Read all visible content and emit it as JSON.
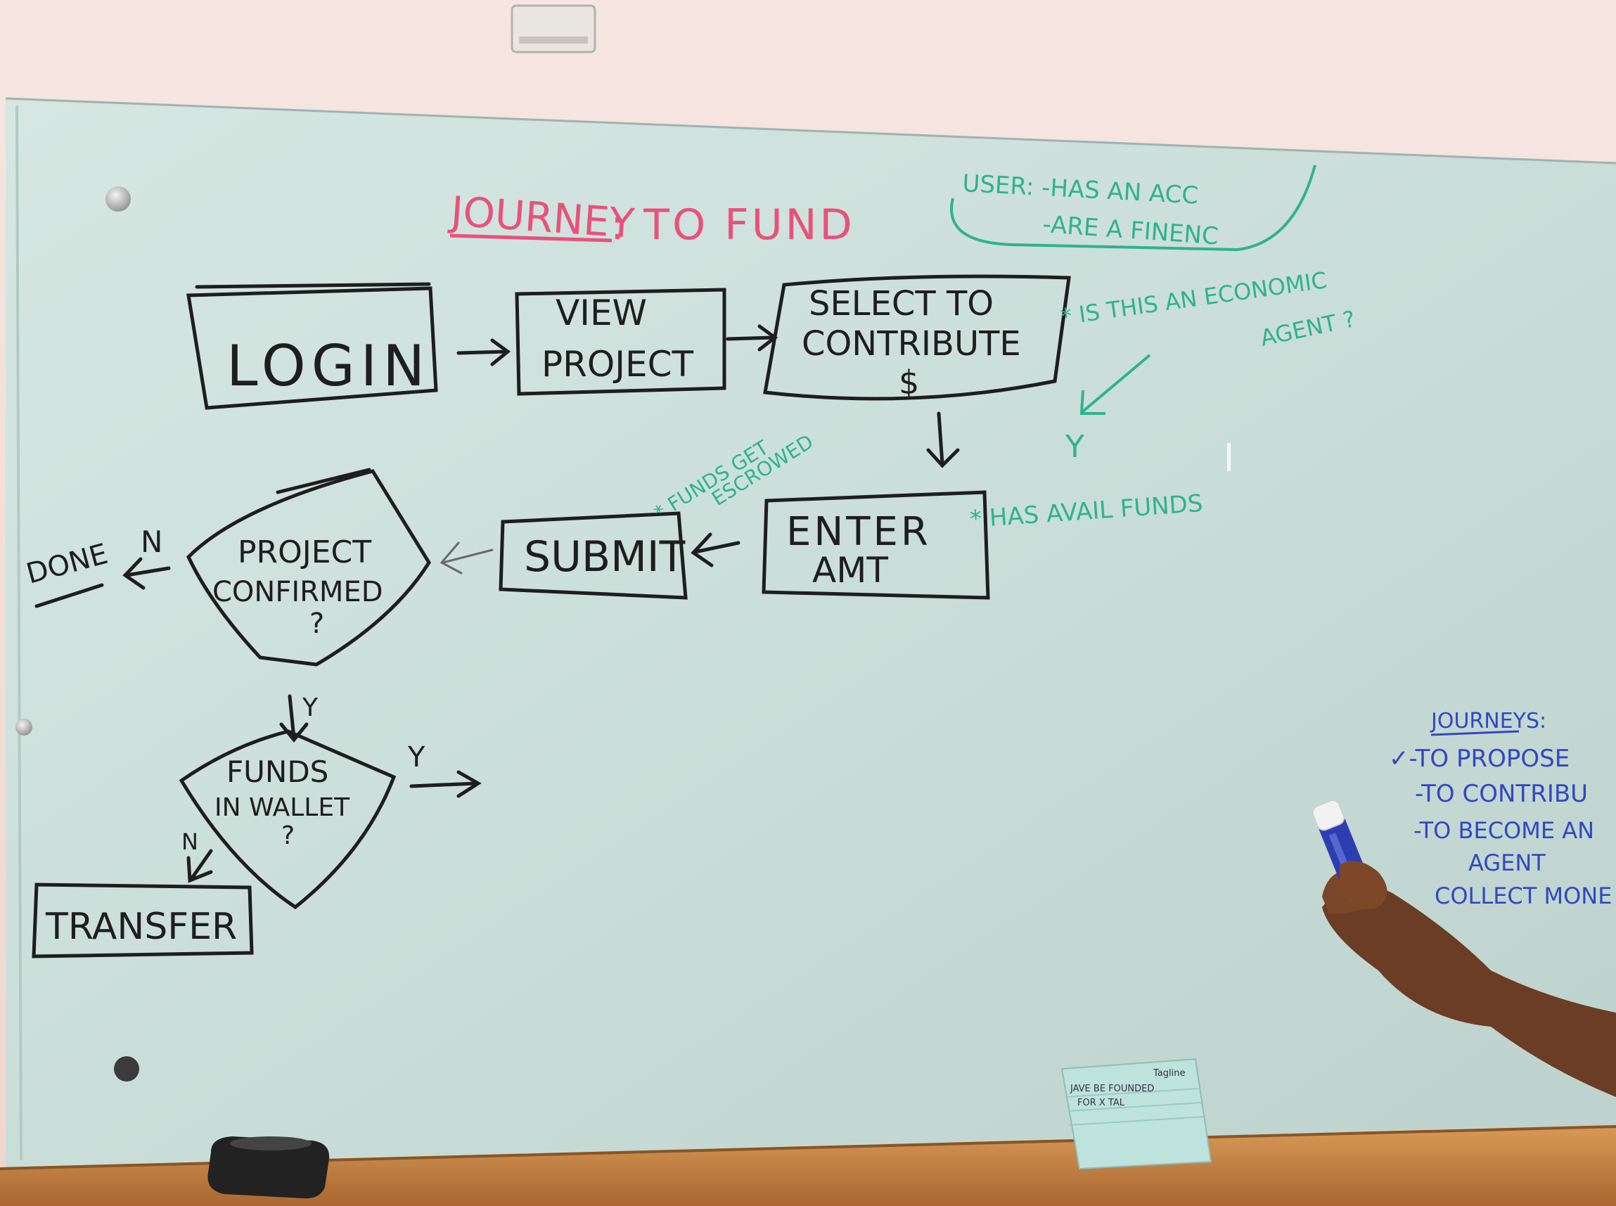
{
  "colors": {
    "wall": "#f3ddd8",
    "board": "#cfe0db",
    "black_marker": "#1e1e1e",
    "pink_marker": "#e8527a",
    "green_marker": "#2fb38d",
    "blue_marker": "#3347c2",
    "ledge": "#c98a4a",
    "skin": "#6b3d24"
  },
  "title": {
    "label": "JOURNEY",
    "suffix": ": TO FUND"
  },
  "user_note": {
    "line1": "USER: -HAS AN ACC",
    "line2": "-ARE A FINENC"
  },
  "nodes": {
    "login": "LOGIN",
    "view_project": [
      "VIEW",
      "PROJECT"
    ],
    "select_contribute": [
      "SELECT TO",
      "CONTRIBUTE",
      "$"
    ],
    "enter_amt": [
      "ENTER",
      "AMT"
    ],
    "submit": "SUBMIT",
    "project_confirmed": [
      "PROJECT",
      "CONFIRMED",
      "?"
    ],
    "funds_in_wallet": [
      "FUNDS",
      "IN WALLET",
      "?"
    ],
    "transfer": "TRANSFER",
    "done": "DONE"
  },
  "edge_labels": {
    "no_to_done": "N",
    "yes_confirmed": "Y",
    "yes_wallet": "Y",
    "no_wallet": "N",
    "economic_yes": "Y"
  },
  "annotations": {
    "economic_agent": [
      "* IS THIS AN ECONOMIC",
      "AGENT ?"
    ],
    "avail_funds": "* HAS AVAIL FUNDS",
    "escrowed": [
      "* FUNDS GET",
      "ESCROWED"
    ]
  },
  "journeys_list": {
    "title": "JOURNEYS:",
    "items": [
      "✓-TO PROPOSE",
      "-TO CONTRIBU",
      "-TO BECOME AN",
      "AGENT",
      "COLLECT MONE"
    ]
  },
  "sticky_note": {
    "header": "Tagline",
    "line1": "JAVE BE FOUNDED",
    "line2": "FOR X TAL"
  }
}
